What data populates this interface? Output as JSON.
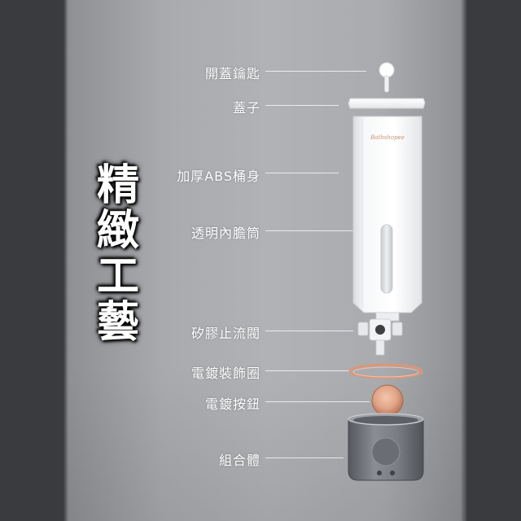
{
  "title": [
    "精",
    "緻",
    "工",
    "藝"
  ],
  "labels": [
    "開蓋鑰匙",
    "蓋子",
    "加厚ABS桶身",
    "透明內膽筒",
    "矽膠止流閥",
    "電鍍裝飾圈",
    "電鍍按鈕",
    "組合體"
  ],
  "brand_script": "Bathshopee",
  "colors": {
    "background_side": "#3a3b3f",
    "background_center": "#b0b2b6",
    "body_white": "#f4f5f6",
    "rose_gold": "#e0a487",
    "cup_gray": "#6f7278"
  }
}
